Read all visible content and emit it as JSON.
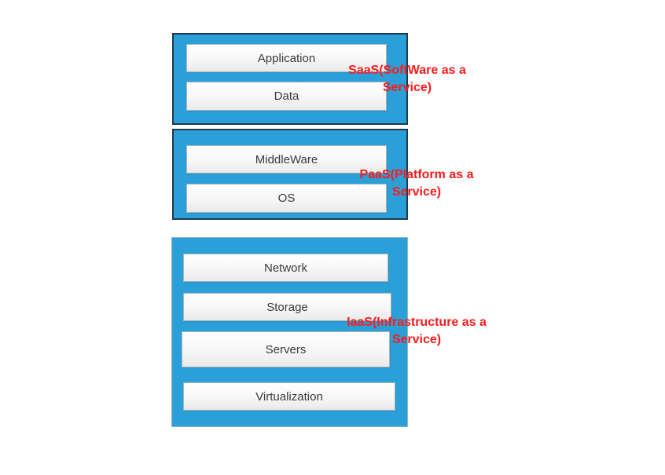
{
  "saas": {
    "items": [
      "Application",
      "Data"
    ],
    "label_line1": "SaaS(SoftWare  as a",
    "label_line2": "Service)",
    "color": "#ff1a1a"
  },
  "paas": {
    "items": [
      "MiddleWare",
      "OS"
    ],
    "label_line1": "PaaS(Platform as a",
    "label_line2": "Service)",
    "color": "#ff1a1a"
  },
  "iaas": {
    "items": [
      "Network",
      "Storage",
      "Servers",
      "Virtualization"
    ],
    "label_line1": "IaaS(Infrastructure as a",
    "label_line2": "Service)",
    "color": "#ff1a1a"
  },
  "colors": {
    "layer_fill": "#2a9fd8",
    "layer_border": "#1f3a52",
    "box_fill": "#f5f5f5"
  }
}
